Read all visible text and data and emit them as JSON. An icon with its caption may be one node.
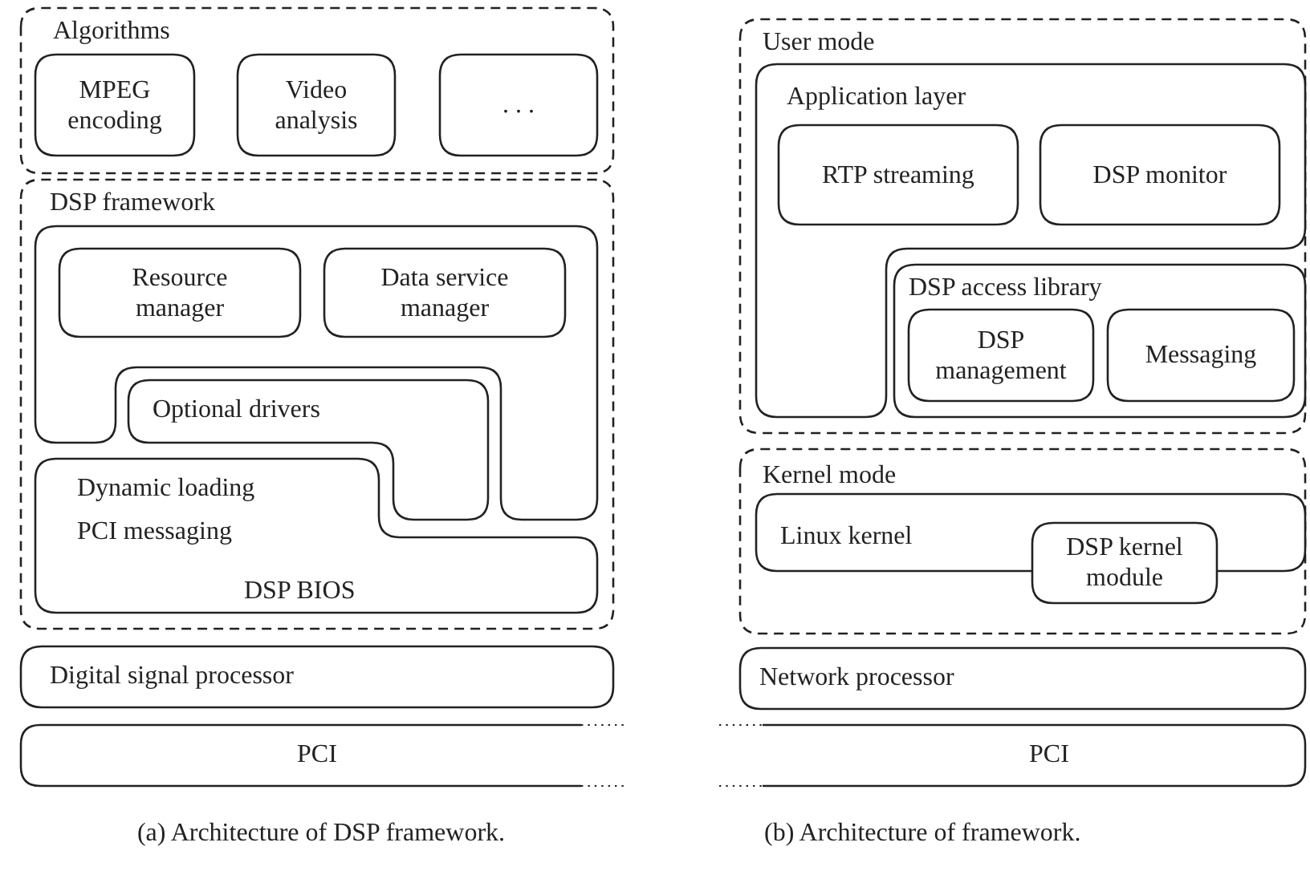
{
  "diagram": {
    "nodes": [
      {
        "text": [
          "Algorithms"
        ]
      },
      {
        "text": [
          "MPEG encoding"
        ],
        "in": 0
      },
      {
        "text": [
          "Video analysis"
        ],
        "in": 0
      },
      {
        "text": [
          ". . ."
        ],
        "in": 0
      },
      {
        "text": [
          "DSP framework"
        ]
      },
      {
        "text": [],
        "shape": "box",
        "in": 4
      },
      {
        "text": [
          "Resource manager"
        ],
        "in": 5
      },
      {
        "text": [
          "Data service manager"
        ],
        "in": 5
      },
      {
        "text": [
          "Optional drivers"
        ],
        "in": 4
      },
      {
        "text": [
          "Dynamic loading",
          "PCI messaging",
          "DSP BIOS"
        ],
        "in": 4
      },
      {
        "text": [
          "Digital signal processor"
        ]
      },
      {
        "text": [
          "PCI"
        ]
      },
      {
        "text": [
          "User mode"
        ]
      },
      {
        "text": [
          "Application layer"
        ],
        "in": 12
      },
      {
        "text": [
          "RTP streaming"
        ],
        "in": 13
      },
      {
        "text": [
          "DSP monitor"
        ],
        "in": 13
      },
      {
        "text": [
          "DSP access library"
        ],
        "in": 12
      },
      {
        "text": [
          "DSP management"
        ],
        "in": 16
      },
      {
        "text": [
          "Messaging"
        ],
        "in": 16
      },
      {
        "text": [
          "Kernel mode"
        ]
      },
      {
        "text": [
          "Linux kernel"
        ],
        "in": 19
      },
      {
        "text": [
          "DSP kernel module"
        ],
        "in": 19
      },
      {
        "text": [
          "Network processor"
        ]
      },
      {
        "text": [
          "PCI"
        ]
      }
    ],
    "labels": [
      "(a) Architecture of DSP framework.",
      "(b) Architecture of framework."
    ]
  }
}
